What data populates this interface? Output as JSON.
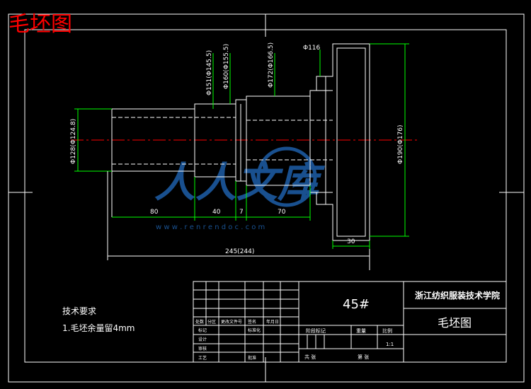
{
  "header": {
    "title": "毛坯图"
  },
  "dimensions": {
    "total_length": "245(244)",
    "seg1": "80",
    "seg2": "40",
    "seg3": "7",
    "seg4": "70",
    "flange_width": "30",
    "d_left": "Φ128(Φ124.8)",
    "d_a": "Φ151(Φ145.5)",
    "d_b": "Φ160(Φ155.5)",
    "d_c": "Φ172(Φ166.5)",
    "d_small": "Φ116",
    "d_flange": "Φ190(Φ176)"
  },
  "watermark": {
    "text": "人人文库",
    "url": "w w w . r e n r e n d o c . c o m"
  },
  "notes": {
    "heading": "技术要求",
    "item1": "1.毛坯余量留4mm"
  },
  "title_block": {
    "material": "45#",
    "school": "浙江纺织服装技术学院",
    "drawing_name": "毛坯图",
    "scale": "1:1",
    "row_labels": [
      "标记",
      "设计",
      "审核",
      "工艺"
    ],
    "sub_headers": [
      "处数",
      "分区",
      "更改文件号",
      "签名",
      "年月日"
    ],
    "std_label": "标准化",
    "approve_label": "批准",
    "header_cells": [
      "阶段标记",
      "重量",
      "比例"
    ],
    "sheet_labels": [
      "共  张",
      "第  张"
    ]
  },
  "colors": {
    "background": "#000000",
    "lines": "#ffffff",
    "dims": "#00ff00",
    "centerline": "#ff0000",
    "title_red": "#ff0000",
    "watermark": "#1e5fa8"
  }
}
